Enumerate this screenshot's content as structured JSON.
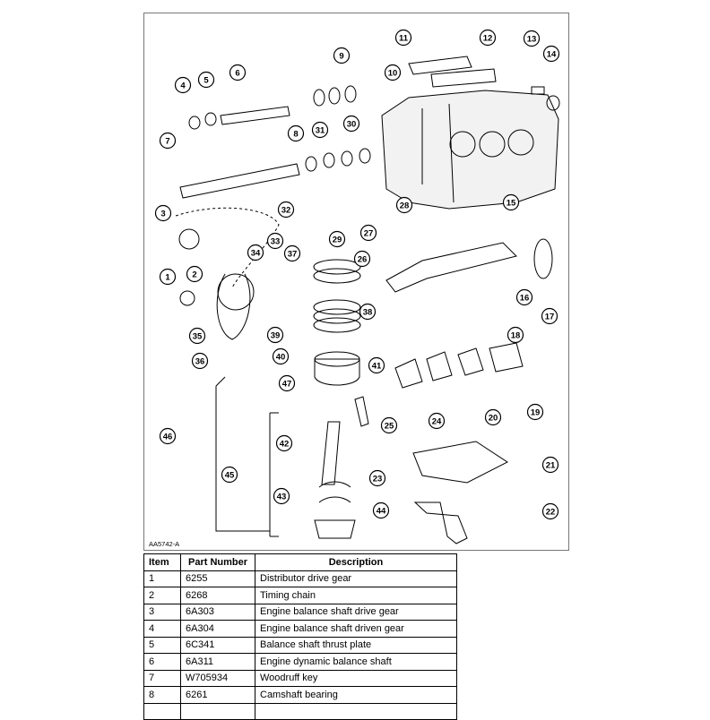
{
  "figure_id": "AA5742-A",
  "callouts": [
    "1",
    "2",
    "3",
    "4",
    "5",
    "6",
    "7",
    "8",
    "9",
    "10",
    "11",
    "12",
    "13",
    "14",
    "15",
    "16",
    "17",
    "18",
    "19",
    "20",
    "21",
    "22",
    "23",
    "24",
    "25",
    "26",
    "27",
    "28",
    "29",
    "30",
    "31",
    "32",
    "33",
    "34",
    "35",
    "36",
    "37",
    "38",
    "39",
    "40",
    "41",
    "42",
    "43",
    "44",
    "45",
    "46",
    "47"
  ],
  "table": {
    "headers": {
      "item": "Item",
      "part": "Part Number",
      "desc": "Description"
    },
    "rows": [
      {
        "item": "1",
        "part": "6255",
        "desc": "Distributor drive gear"
      },
      {
        "item": "2",
        "part": "6268",
        "desc": "Timing chain"
      },
      {
        "item": "3",
        "part": "6A303",
        "desc": "Engine balance shaft drive gear"
      },
      {
        "item": "4",
        "part": "6A304",
        "desc": "Engine balance shaft driven gear"
      },
      {
        "item": "5",
        "part": "6C341",
        "desc": "Balance shaft thrust plate"
      },
      {
        "item": "6",
        "part": "6A311",
        "desc": "Engine dynamic balance shaft"
      },
      {
        "item": "7",
        "part": "W705934",
        "desc": "Woodruff key"
      },
      {
        "item": "8",
        "part": "6261",
        "desc": "Camshaft bearing"
      },
      {
        "item": "",
        "part": "",
        "desc": ""
      }
    ]
  }
}
